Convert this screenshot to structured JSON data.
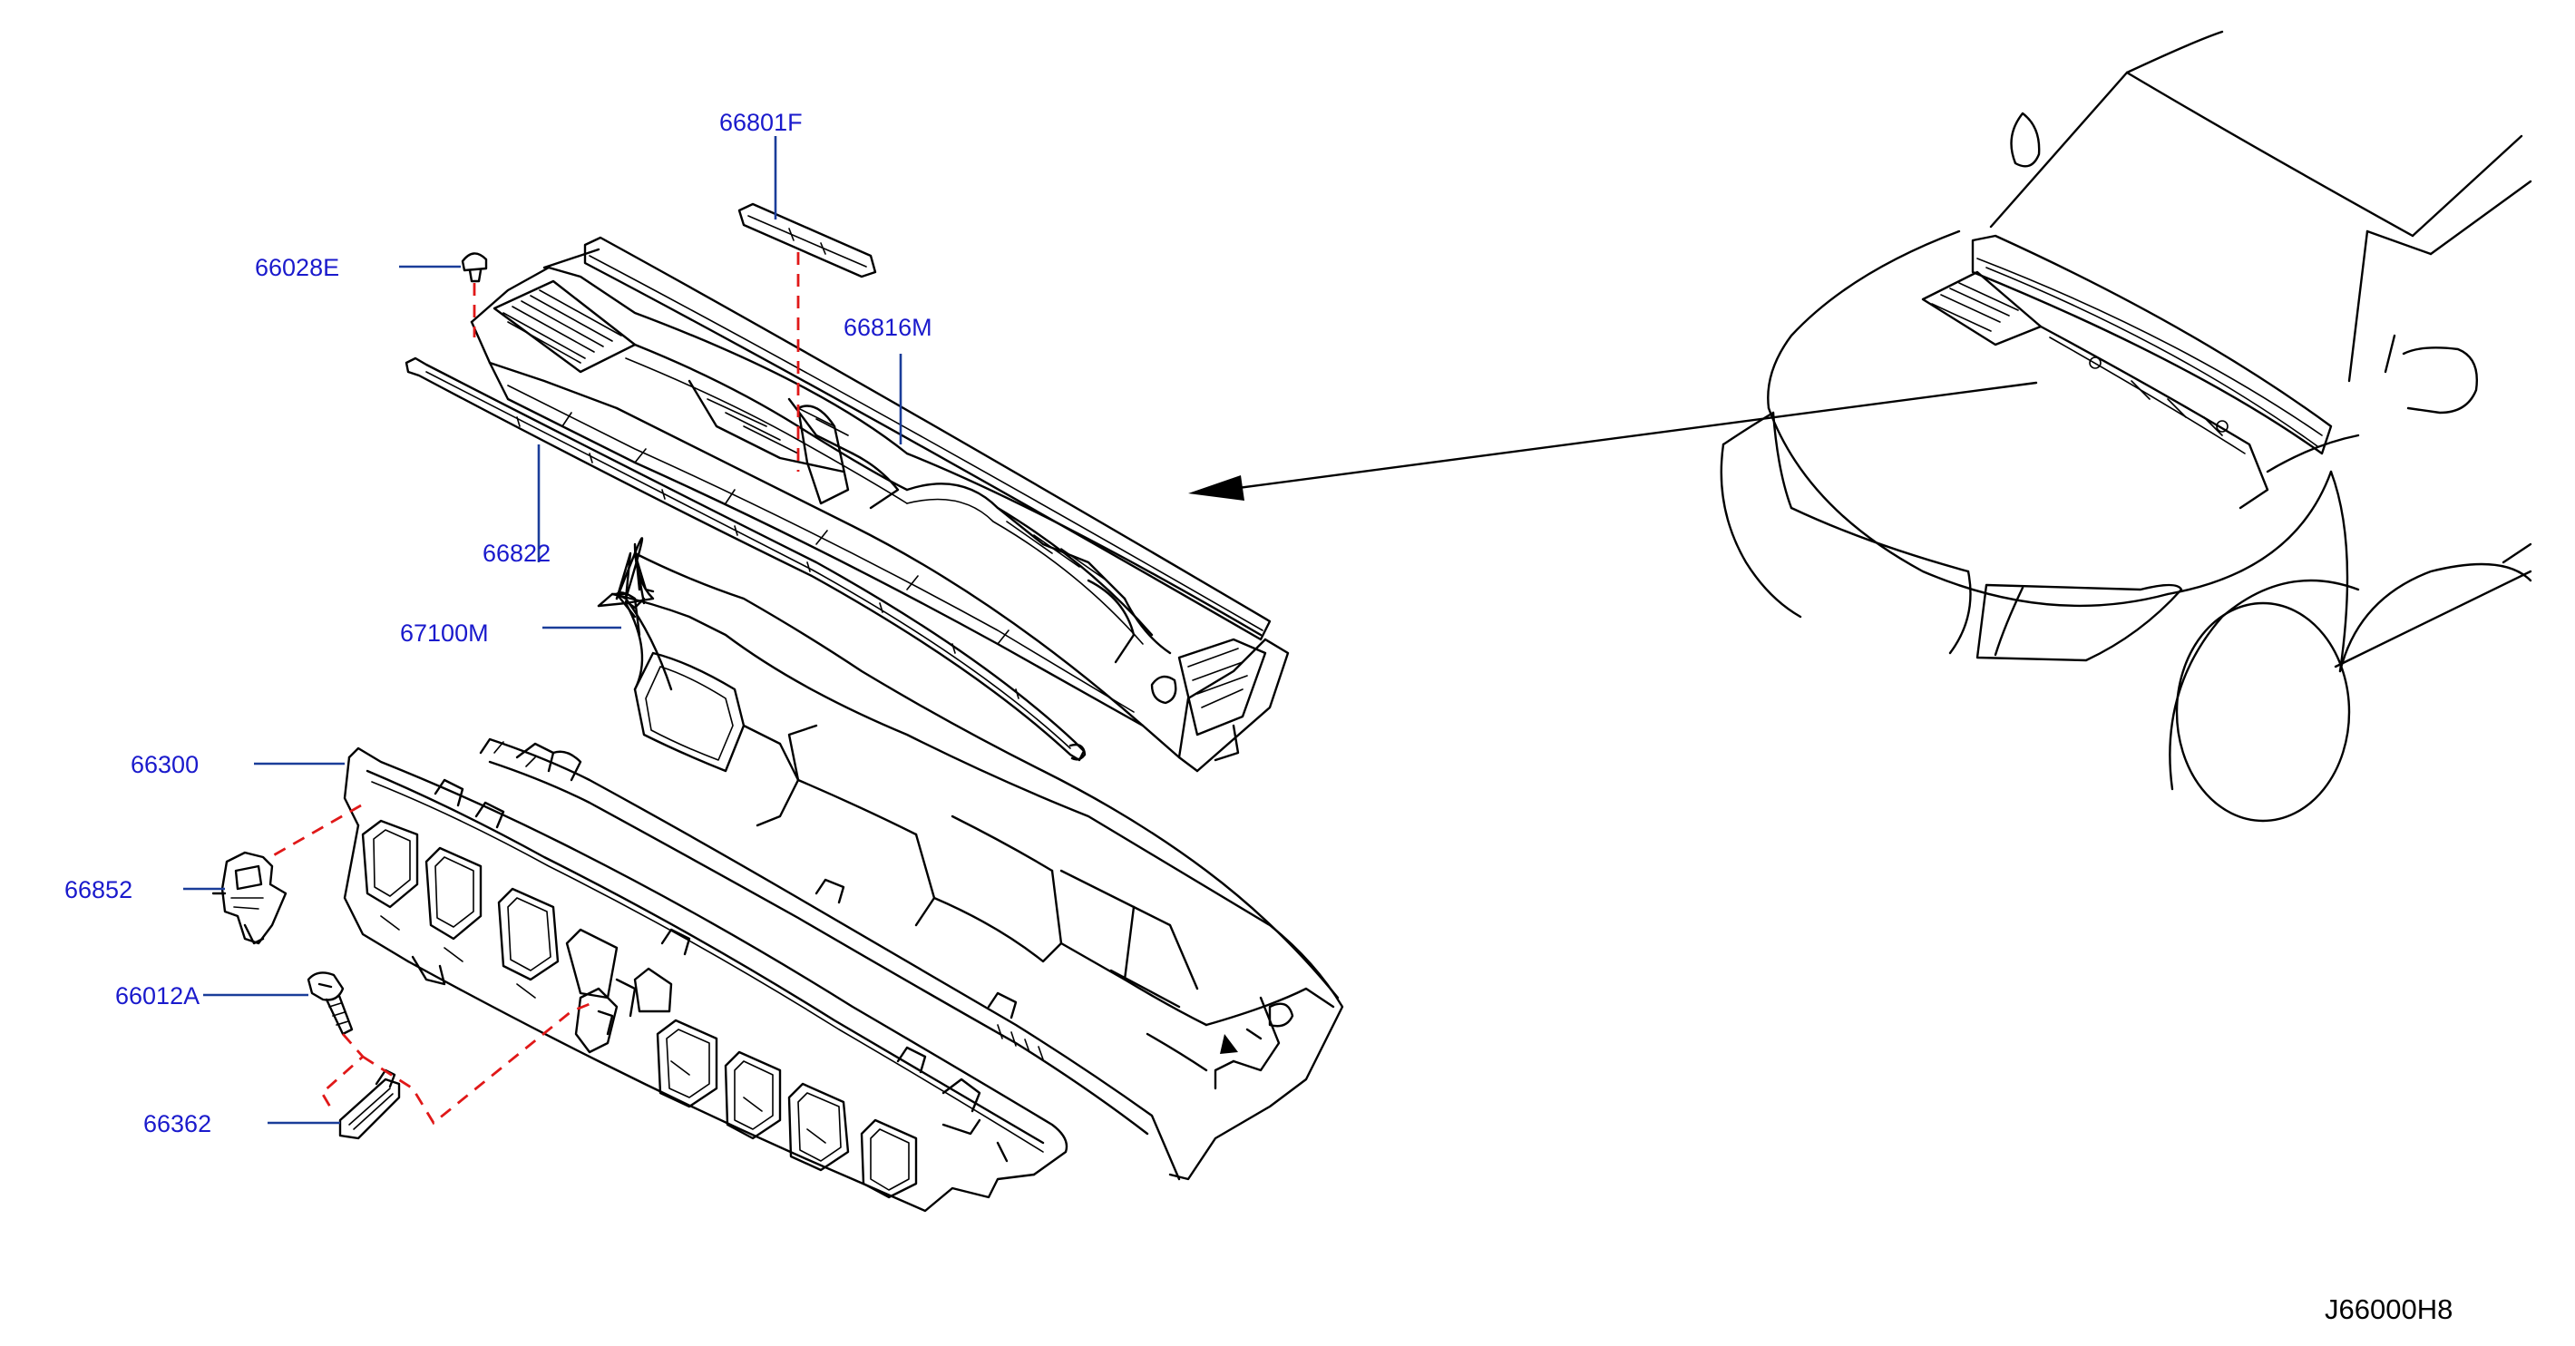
{
  "diagram": {
    "id_code": "J66000H8",
    "colors": {
      "label_text": "#1a1acc",
      "leader_line": "#1a3d99",
      "dashed_reference": "#e01818",
      "linework": "#000000",
      "background": "#ffffff"
    },
    "parts": [
      {
        "key": "cowl_cover_seal",
        "number": "66801F"
      },
      {
        "key": "clip",
        "number": "66028E"
      },
      {
        "key": "cowl_top_cover",
        "number": "66816M"
      },
      {
        "key": "seal_strip",
        "number": "66822"
      },
      {
        "key": "dash_lower_panel",
        "number": "67100M"
      },
      {
        "key": "cowl_top",
        "number": "66300"
      },
      {
        "key": "bracket",
        "number": "66852"
      },
      {
        "key": "bolt",
        "number": "66012A"
      },
      {
        "key": "small_bracket",
        "number": "66362"
      }
    ]
  }
}
